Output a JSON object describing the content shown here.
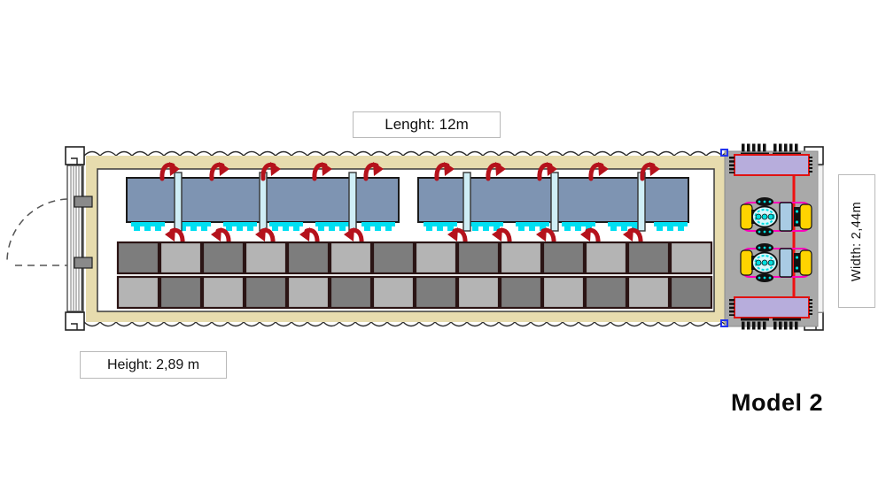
{
  "diagram": {
    "model_label": "Model 2",
    "length_label": "Lenght: 12m",
    "width_label": "Width: 2,44m",
    "height_label": "Height: 2,89 m"
  },
  "palette": {
    "wall_insulation_tan": "#e7dcae",
    "shelf_blue": "#7e94b2",
    "shelf_post_cyan": "#cfeef6",
    "plant_tray_cyan": "#00dff2",
    "airflow_arrow_red": "#b5121c",
    "floor_tile_dark": "#7d7d7d",
    "floor_tile_light": "#b4b4b4",
    "equipment_room_gray": "#a9a9a9",
    "condenser_purple": "#b7addc",
    "condenser_border_red": "#e01212",
    "hvac_yellow": "#ffd400",
    "hvac_magenta": "#ff00bb",
    "hvac_cyan": "#00e0e0",
    "hvac_tank_blue": "#a9cbe4",
    "pipe_red": "#ee1111",
    "corner_marker_blue": "#2233ee",
    "outline_dark": "#333333"
  }
}
